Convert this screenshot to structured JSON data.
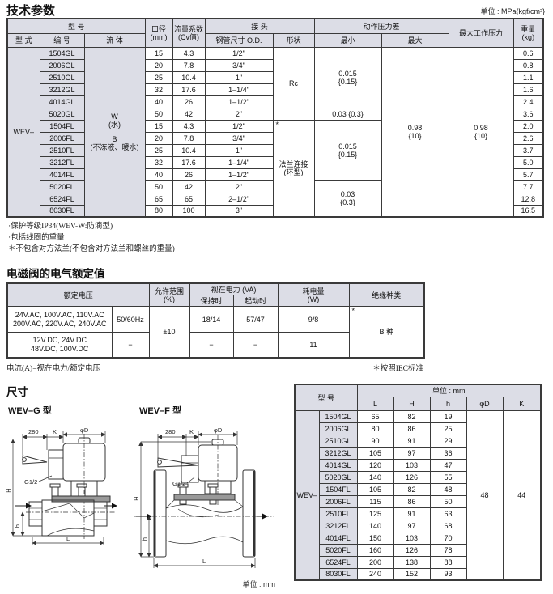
{
  "tech": {
    "title": "技术参数",
    "unit_note": "单位 : MPa{kgf/cm²}",
    "header": {
      "model_group": "型  号",
      "type": "型 式",
      "code": "编 号",
      "fluid": "流 体",
      "bore": "口径",
      "bore_unit": "(mm)",
      "cv": "流量系数",
      "cv_unit": "(Cv值)",
      "joint": "接  头",
      "pipe_od": "钢管尺寸 O.D.",
      "shape": "形状",
      "pressure_diff": "动作压力差",
      "min": "最小",
      "max": "最大",
      "max_working_pressure": "最大工作压力",
      "weight": "重量",
      "weight_unit": "(kg)"
    },
    "type_prefix": "WEV–",
    "fluid": {
      "w": "W",
      "w_sub": "(水)",
      "b": "B",
      "b_sub": "(不冻液、暖水)"
    },
    "shape_rc": "Rc",
    "shape_flange": {
      "mark": "*",
      "line1": "法兰连接",
      "line2": "(环型)"
    },
    "min_gl_main_1": "0.015",
    "min_gl_main_2": "{0.15}",
    "min_gl_last": "0.03 {0.3}",
    "min_fl_main_1": "0.015",
    "min_fl_main_2": "{0.15}",
    "min_fl_last_1": "0.03",
    "min_fl_last_2": "{0.3}",
    "max_1": "0.98",
    "max_2": "{10}",
    "mwp_1": "0.98",
    "mwp_2": "{10}",
    "rows": [
      {
        "code": "1504GL",
        "bore": "15",
        "cv": "4.3",
        "pipe": "1/2\"",
        "weight": "0.6"
      },
      {
        "code": "2006GL",
        "bore": "20",
        "cv": "7.8",
        "pipe": "3/4\"",
        "weight": "0.8"
      },
      {
        "code": "2510GL",
        "bore": "25",
        "cv": "10.4",
        "pipe": "1\"",
        "weight": "1.1"
      },
      {
        "code": "3212GL",
        "bore": "32",
        "cv": "17.6",
        "pipe": "1–1/4\"",
        "weight": "1.6"
      },
      {
        "code": "4014GL",
        "bore": "40",
        "cv": "26",
        "pipe": "1–1/2\"",
        "weight": "2.4"
      },
      {
        "code": "5020GL",
        "bore": "50",
        "cv": "42",
        "pipe": "2\"",
        "weight": "3.6"
      },
      {
        "code": "1504FL",
        "bore": "15",
        "cv": "4.3",
        "pipe": "1/2\"",
        "weight": "2.0"
      },
      {
        "code": "2006FL",
        "bore": "20",
        "cv": "7.8",
        "pipe": "3/4\"",
        "weight": "2.6"
      },
      {
        "code": "2510FL",
        "bore": "25",
        "cv": "10.4",
        "pipe": "1\"",
        "weight": "3.7"
      },
      {
        "code": "3212FL",
        "bore": "32",
        "cv": "17.6",
        "pipe": "1–1/4\"",
        "weight": "5.0"
      },
      {
        "code": "4014FL",
        "bore": "40",
        "cv": "26",
        "pipe": "1–1/2\"",
        "weight": "5.7"
      },
      {
        "code": "5020FL",
        "bore": "50",
        "cv": "42",
        "pipe": "2\"",
        "weight": "7.7"
      },
      {
        "code": "6524FL",
        "bore": "65",
        "cv": "65",
        "pipe": "2–1/2\"",
        "weight": "12.8"
      },
      {
        "code": "8030FL",
        "bore": "80",
        "cv": "100",
        "pipe": "3\"",
        "weight": "16.5"
      }
    ],
    "notes": [
      "·保护等级IP34(WEV-W:防滴型)",
      "·包括线圈的重量",
      "＊不包含对方法兰(不包含对方法兰和螺丝的重量)"
    ]
  },
  "electric": {
    "title": "电磁阀的电气额定值",
    "header": {
      "rated_voltage": "额定电压",
      "allow_range": "允许范围",
      "allow_range_unit": "(%)",
      "apparent_power": "视在电力 (VA)",
      "holding": "保持时",
      "starting": "起动时",
      "power": "耗电量",
      "power_unit": "(W)",
      "insulation": "绝缘种类"
    },
    "rows": [
      {
        "voltage1": "24V.AC, 100V.AC, 110V.AC",
        "voltage2": "200V.AC, 220V.AC, 240V.AC",
        "freq": "50/60Hz",
        "hold": "18/14",
        "start": "57/47",
        "power": "9/8"
      },
      {
        "voltage1": "12V.DC, 24V.DC",
        "voltage2": "48V.DC, 100V.DC",
        "freq": "−",
        "hold": "−",
        "start": "−",
        "power": "11"
      }
    ],
    "allow_value": "±10",
    "insulation_mark": "*",
    "insulation_value": "B 种",
    "note_left": "电流(A)=视在电力/额定电压",
    "note_right": "＊按照IEC标准"
  },
  "dims": {
    "title": "尺寸",
    "type_g": "WEV–G 型",
    "type_f": "WEV–F 型",
    "unit_bottom": "单位 : mm",
    "labels": {
      "lead": "280",
      "k": "K",
      "dia": "φD",
      "h_total": "H",
      "h_low": "h",
      "len": "L",
      "conn": "G1/2"
    },
    "table": {
      "model_header": "型  号",
      "unit_header": "单位 : mm",
      "cols": [
        "L",
        "H",
        "h",
        "φD",
        "K"
      ],
      "prefix": "WEV–",
      "dia_all": "48",
      "k_all": "44",
      "rows": [
        {
          "code": "1504GL",
          "l": "65",
          "h": "82",
          "hl": "19"
        },
        {
          "code": "2006GL",
          "l": "80",
          "h": "86",
          "hl": "25"
        },
        {
          "code": "2510GL",
          "l": "90",
          "h": "91",
          "hl": "29"
        },
        {
          "code": "3212GL",
          "l": "105",
          "h": "97",
          "hl": "36"
        },
        {
          "code": "4014GL",
          "l": "120",
          "h": "103",
          "hl": "47"
        },
        {
          "code": "5020GL",
          "l": "140",
          "h": "126",
          "hl": "55"
        },
        {
          "code": "1504FL",
          "l": "105",
          "h": "82",
          "hl": "48"
        },
        {
          "code": "2006FL",
          "l": "115",
          "h": "86",
          "hl": "50"
        },
        {
          "code": "2510FL",
          "l": "125",
          "h": "91",
          "hl": "63"
        },
        {
          "code": "3212FL",
          "l": "140",
          "h": "97",
          "hl": "68"
        },
        {
          "code": "4014FL",
          "l": "150",
          "h": "103",
          "hl": "70"
        },
        {
          "code": "5020FL",
          "l": "160",
          "h": "126",
          "hl": "78"
        },
        {
          "code": "6524FL",
          "l": "200",
          "h": "138",
          "hl": "88"
        },
        {
          "code": "8030FL",
          "l": "240",
          "h": "152",
          "hl": "93"
        }
      ]
    }
  }
}
